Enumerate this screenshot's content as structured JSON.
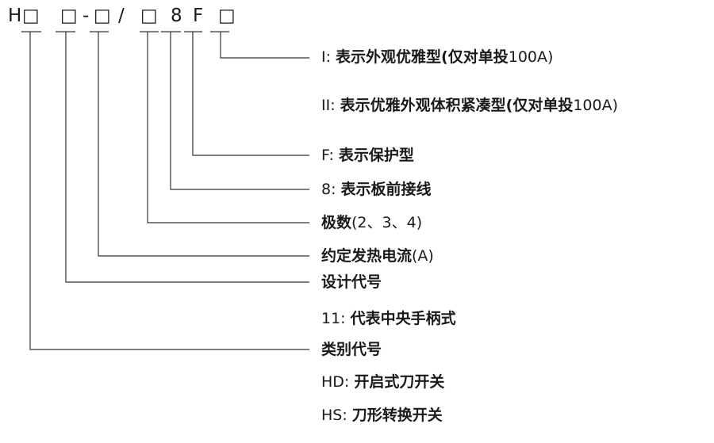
{
  "code": {
    "h": "H",
    "box1": "□",
    "box2": "□",
    "dash": "-",
    "box3": "□",
    "slash": "/",
    "box4": "□",
    "eight": "8",
    "f": "F",
    "box5": "□"
  },
  "items": [
    {
      "prefix": "I: ",
      "bold": "表示外观优雅型(仅对单投",
      "suffix": "100A)"
    },
    {
      "prefix": "II: ",
      "bold": "表示优雅外观体积紧凑型(仅对单投",
      "suffix": "100A)"
    },
    {
      "prefix": "F: ",
      "bold": "表示保护型",
      "suffix": ""
    },
    {
      "prefix": "8: ",
      "bold": "表示板前接线",
      "suffix": ""
    },
    {
      "prefix": "",
      "bold": "极数",
      "suffix": "(2、3、4)"
    },
    {
      "prefix": "",
      "bold": "约定发热电流",
      "suffix": "(A)"
    },
    {
      "prefix": "",
      "bold": "设计代号",
      "suffix": ""
    },
    {
      "prefix": "11: ",
      "bold": "代表中央手柄式",
      "suffix": ""
    },
    {
      "prefix": "",
      "bold": "类别代号",
      "suffix": ""
    },
    {
      "prefix": "HD: ",
      "bold": "开启式刀开关",
      "suffix": ""
    },
    {
      "prefix": "HS: ",
      "bold": "刀形转换开关",
      "suffix": ""
    }
  ]
}
